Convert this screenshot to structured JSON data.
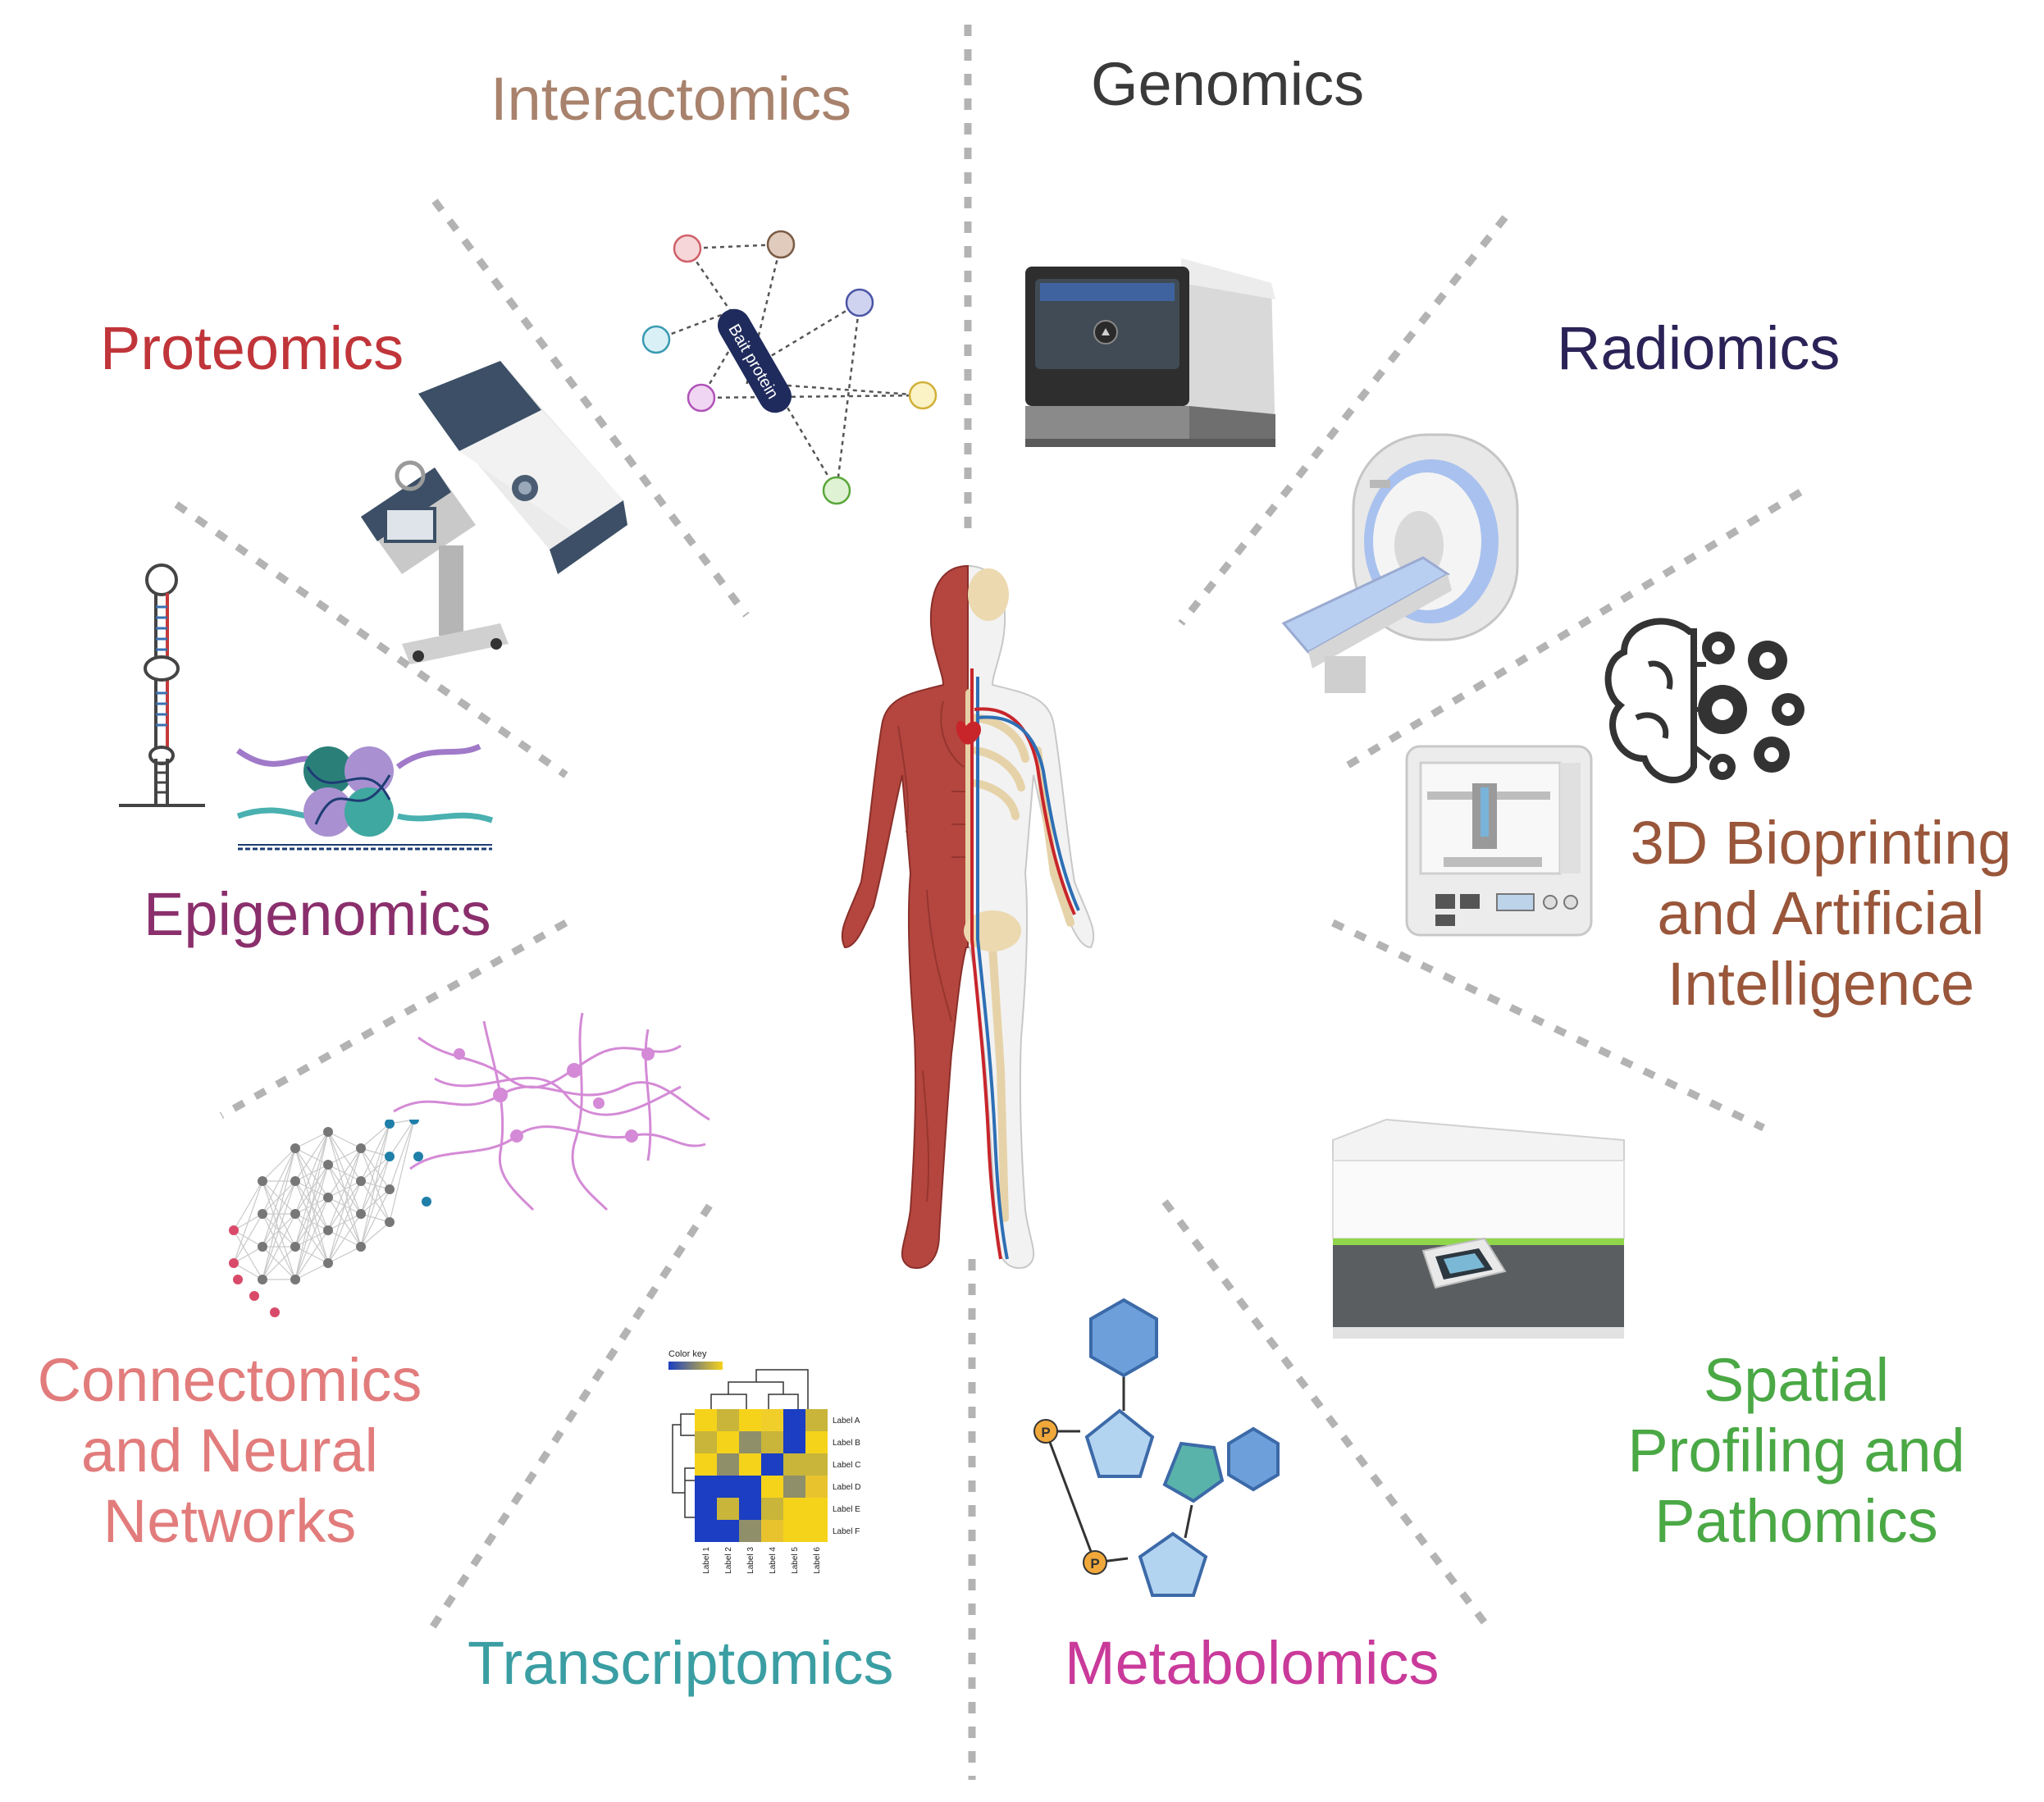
{
  "segments": {
    "genomics": {
      "lines": [
        "Genomics"
      ],
      "color": "#3a3a3a"
    },
    "interactomics": {
      "lines": [
        "Interactomics"
      ],
      "color": "#a8826c"
    },
    "proteomics": {
      "lines": [
        "Proteomics"
      ],
      "color": "#c0353a"
    },
    "radiomics": {
      "lines": [
        "Radiomics"
      ],
      "color": "#2b2357"
    },
    "bioprinting": {
      "lines": [
        "3D Bioprinting",
        "and Artificial",
        "Intelligence"
      ],
      "color": "#99563a"
    },
    "epigenomics": {
      "lines": [
        "Epigenomics"
      ],
      "color": "#8a2f6c"
    },
    "connectomics": {
      "lines": [
        "Connectomics",
        "and Neural",
        "Networks"
      ],
      "color": "#e27c7c"
    },
    "spatial": {
      "lines": [
        "Spatial",
        "Profiling and",
        "Pathomics"
      ],
      "color": "#4aa845"
    },
    "transcriptomics": {
      "lines": [
        "Transcriptomics"
      ],
      "color": "#3a9ea3"
    },
    "metabolomics": {
      "lines": [
        "Metabolomics"
      ],
      "color": "#c93a9a"
    }
  },
  "interactome": {
    "bait_label": "Bait protein"
  },
  "heatmap": {
    "color_key": "Color key",
    "row_labels": [
      "Label A",
      "Label B",
      "Label C",
      "Label D",
      "Label E",
      "Label F"
    ],
    "col_labels": [
      "Label 1",
      "Label 2",
      "Label 3",
      "Label 4",
      "Label 5",
      "Label 6"
    ]
  },
  "metabolite": {
    "phosphate_label": "P"
  },
  "icons": [
    "sequencer-icon",
    "interactome-network-icon",
    "mass-spectrometer-icon",
    "mri-scanner-icon",
    "ai-brain-gears-icon",
    "3d-bioprinter-icon",
    "rna-hairpin-icon",
    "nucleosome-icon",
    "neural-network-icon",
    "neurons-icon",
    "spatial-profiler-icon",
    "heatmap-icon",
    "metabolite-molecule-icon",
    "human-anatomy-icon"
  ],
  "colors": {
    "divider": "#b3b3b3",
    "muscle": "#b4463f",
    "artery": "#c8252b",
    "vein": "#2e6fb5"
  }
}
